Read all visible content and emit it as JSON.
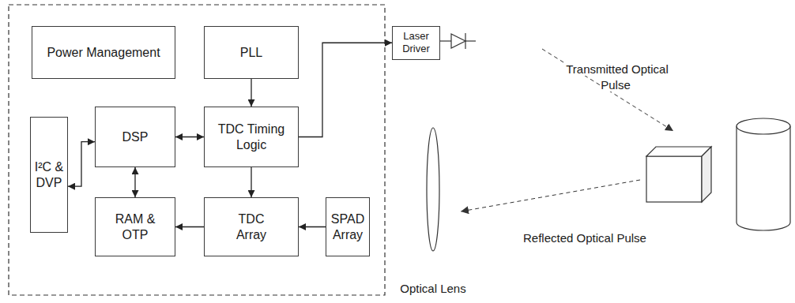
{
  "diagram": {
    "nodes": [
      {
        "text": [
          "Power Management"
        ]
      },
      {
        "text": [
          "PLL"
        ]
      },
      {
        "text": [
          "I²C & DVP"
        ]
      },
      {
        "text": [
          "DSP"
        ]
      },
      {
        "text": [
          "TDC Timing Logic"
        ]
      },
      {
        "text": [
          "RAM & OTP"
        ]
      },
      {
        "text": [
          "TDC Array"
        ]
      },
      {
        "text": [
          "SPAD Array"
        ]
      },
      {
        "text": [
          "Laser Driver"
        ]
      }
    ],
    "edges": [
      {
        "from": 1,
        "to": 4,
        "arrow": "to"
      },
      {
        "from": 3,
        "to": 4,
        "arrow": "both"
      },
      {
        "from": 2,
        "to": 3,
        "arrow": "both"
      },
      {
        "from": 3,
        "to": 5,
        "arrow": "both"
      },
      {
        "from": 4,
        "to": 6,
        "arrow": "to"
      },
      {
        "from": 6,
        "to": 5,
        "arrow": "to"
      },
      {
        "from": 7,
        "to": 6,
        "arrow": "to"
      },
      {
        "from": 4,
        "to": 8,
        "arrow": "to"
      }
    ],
    "labels": [
      "Transmitted Optical Pulse",
      "Reflected Optical Pulse",
      "Optical Lens"
    ]
  }
}
